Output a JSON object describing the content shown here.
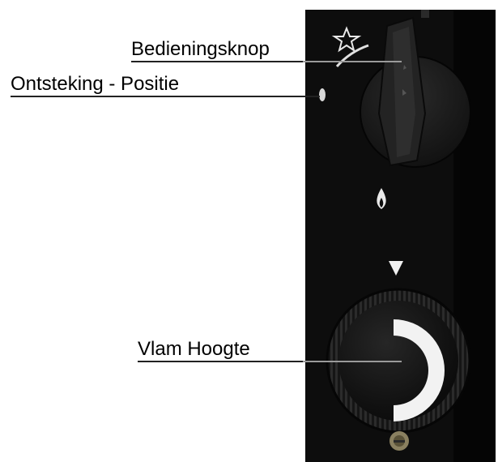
{
  "callouts": {
    "control_knob": "Bedieningsknop",
    "ignition_position": "Ontsteking - Positie",
    "flame_height": "Vlam Hoogte"
  },
  "icons": {
    "star": "star-icon",
    "ignition_dot": "ignition-indicator-icon",
    "flame": "flame-icon",
    "triangle": "pointer-triangle-icon"
  },
  "colors": {
    "panel": "#0d0d0d",
    "knob": "#1c1c1c",
    "dial_arc": "#f2f2f2",
    "symbol": "#e8e8e8"
  }
}
